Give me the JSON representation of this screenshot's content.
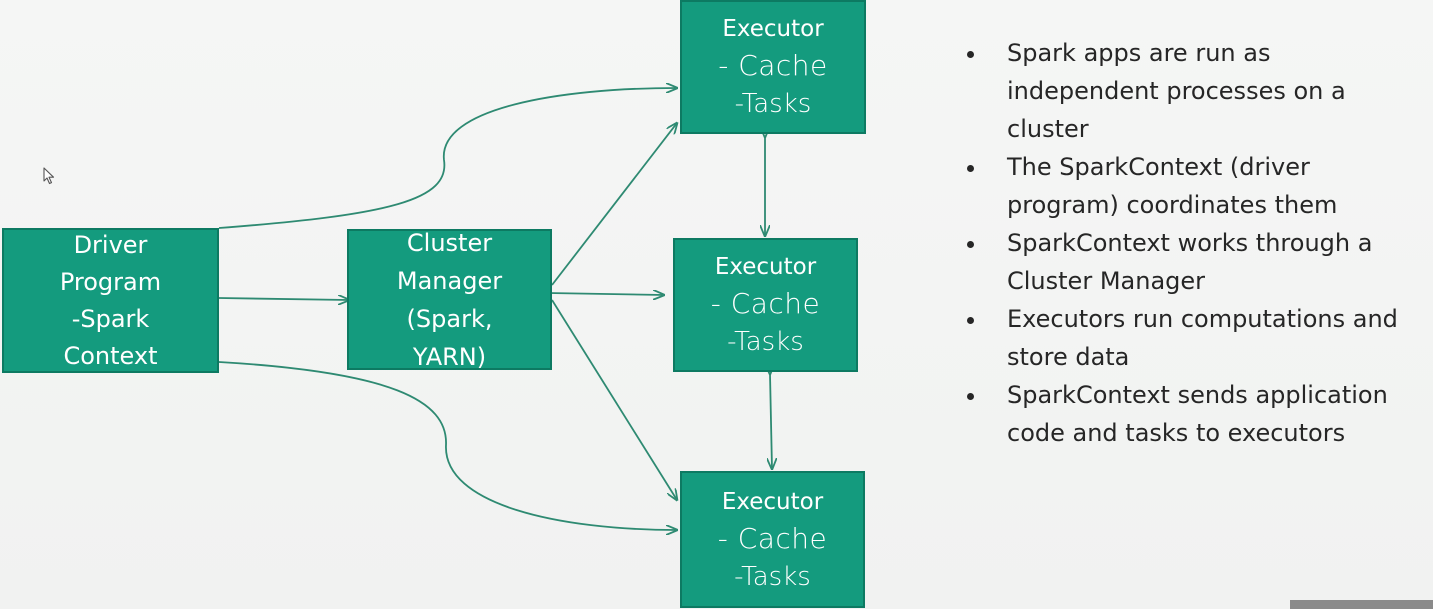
{
  "diagram": {
    "driver": {
      "lines": [
        "Driver",
        "Program",
        "-Spark",
        "Context"
      ]
    },
    "manager": {
      "lines": [
        "Cluster",
        "Manager",
        "(Spark,",
        "YARN)"
      ]
    },
    "executors": [
      {
        "title": "Executor",
        "cache": "- Cache",
        "tasks": "-Tasks"
      },
      {
        "title": "Executor",
        "cache": "- Cache",
        "tasks": "-Tasks"
      },
      {
        "title": "Executor",
        "cache": "- Cache",
        "tasks": "-Tasks"
      }
    ]
  },
  "bullets": [
    {
      "lines": [
        "Spark apps are run as",
        "independent processes on a",
        "cluster"
      ]
    },
    {
      "lines": [
        "The SparkContext (driver",
        "program) coordinates them"
      ]
    },
    {
      "lines": [
        "SparkContext works through a",
        "Cluster Manager"
      ]
    },
    {
      "lines": [
        "Executors run computations and",
        "store data"
      ]
    },
    {
      "lines": [
        "SparkContext sends application",
        "code and tasks to executors"
      ]
    }
  ],
  "colors": {
    "node_fill": "#149b7e",
    "node_border": "#0d7a62",
    "arrow": "#2e8a72",
    "text": "#262626"
  },
  "icons": {
    "cursor": "mouse-pointer-icon"
  }
}
